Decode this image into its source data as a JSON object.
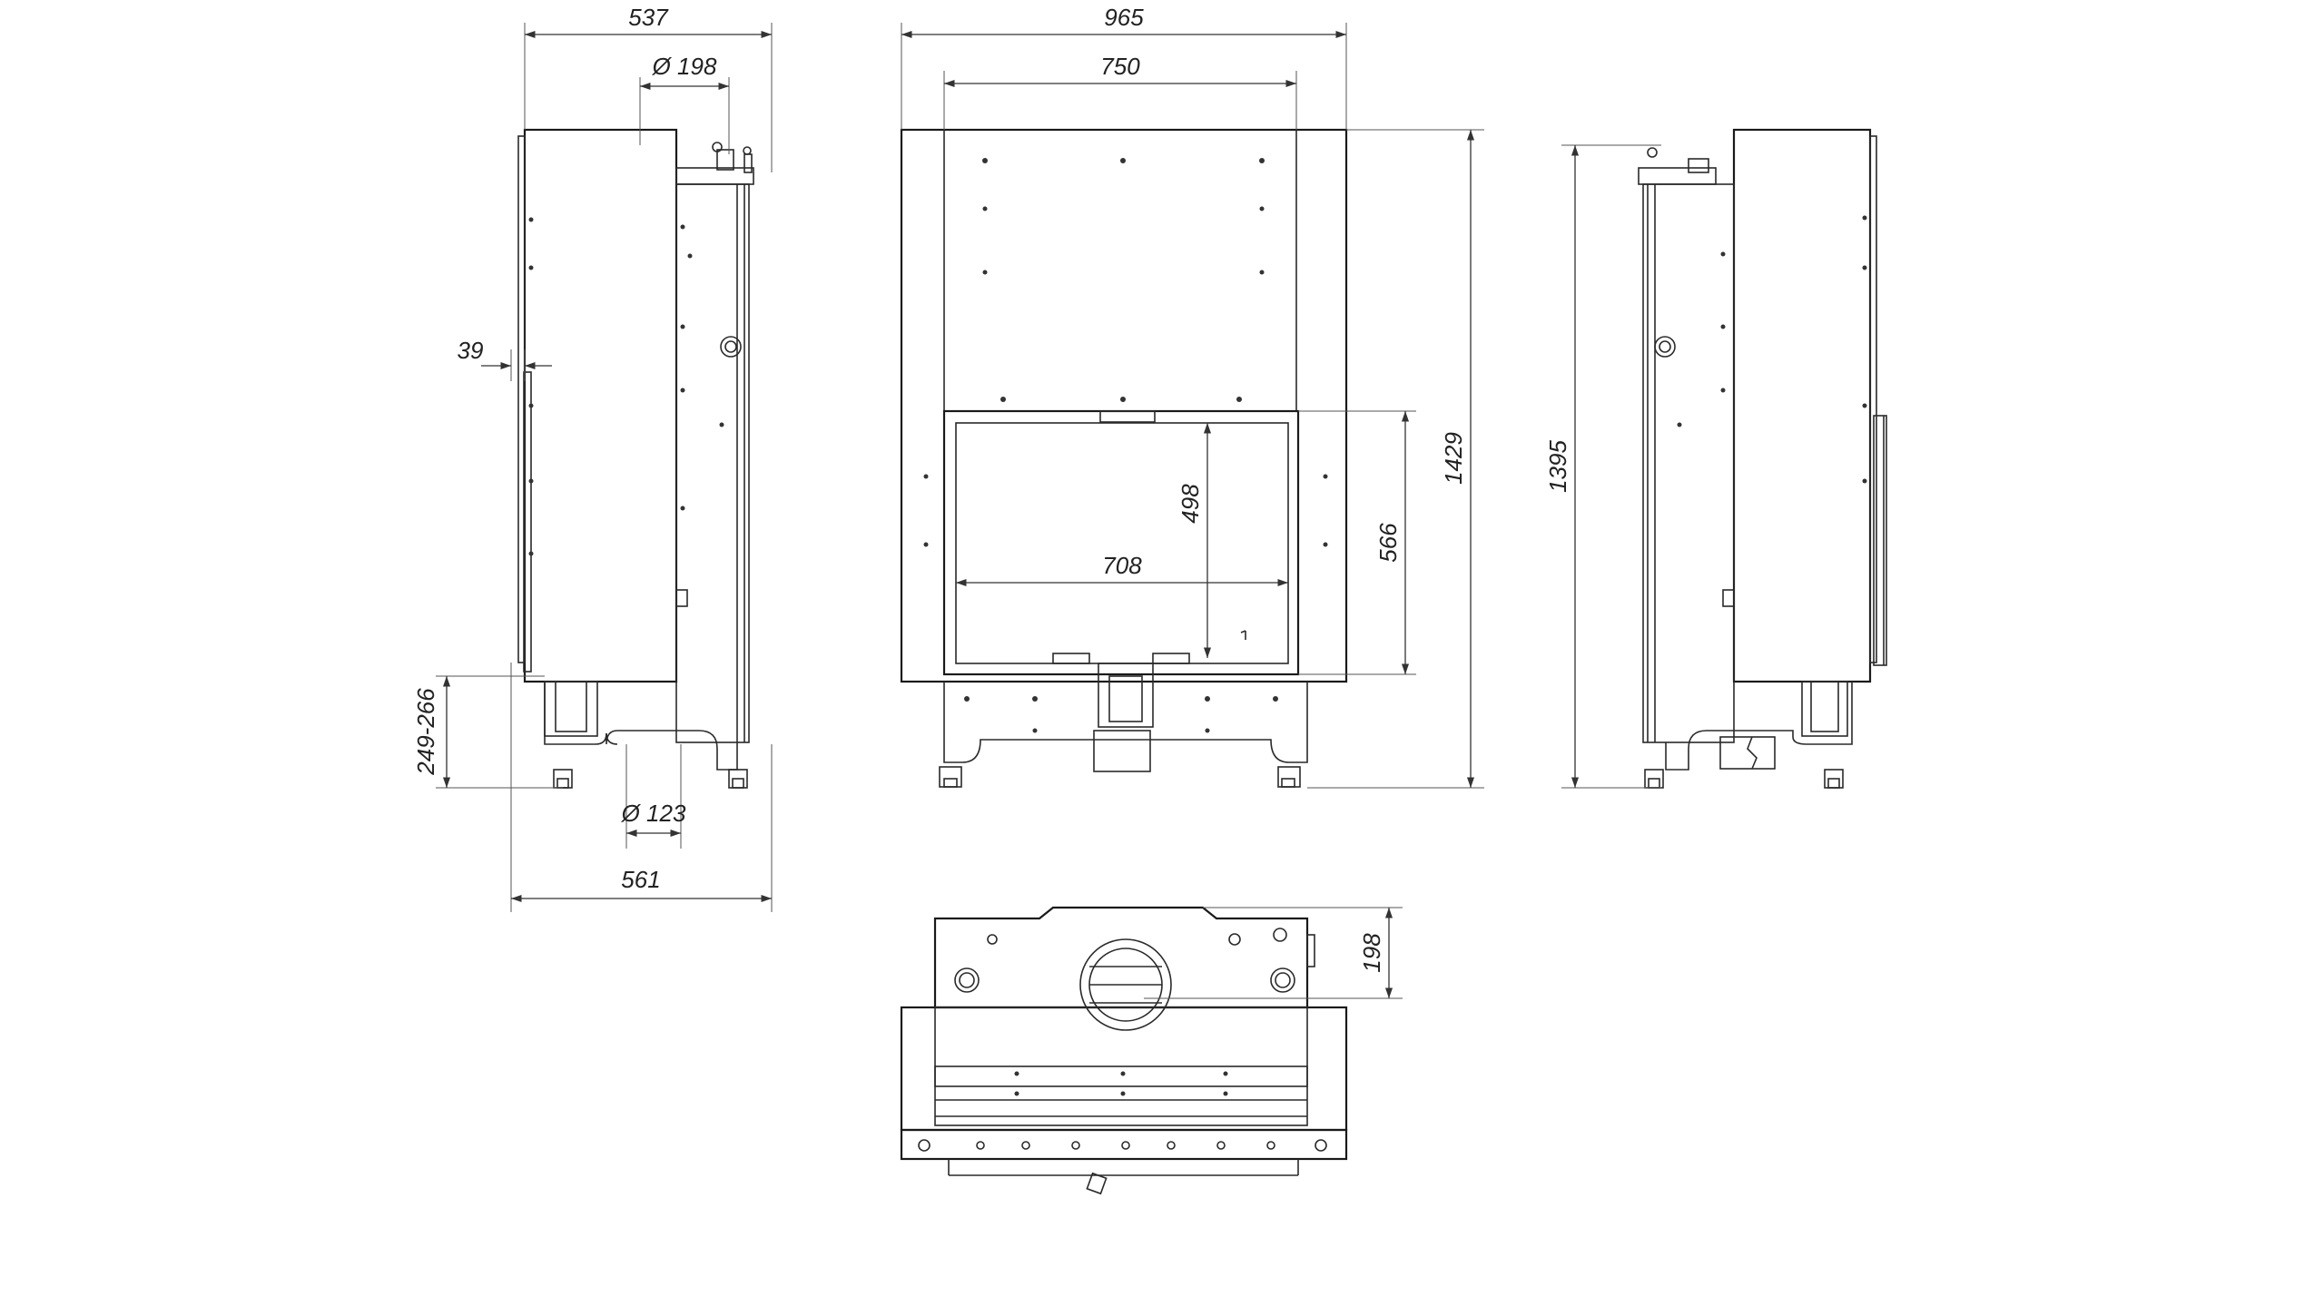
{
  "dimensions": {
    "side_depth_top": "537",
    "flue_top": "Ø 198",
    "side_offset": "39",
    "leg_height": "249-266",
    "air_inlet": "Ø 123",
    "side_depth_bottom": "561",
    "front_width": "965",
    "front_inner_width": "750",
    "front_height": "1429",
    "door_glass_height": "498",
    "door_height": "566",
    "door_glass_width": "708",
    "right_height": "1395",
    "top_depth": "198"
  },
  "colors": {
    "line": "#2a2a2a",
    "background": "#ffffff"
  }
}
